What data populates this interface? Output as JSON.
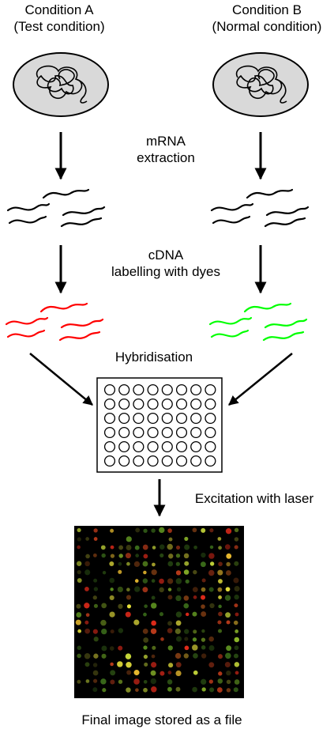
{
  "condition_a": {
    "line1": "Condition A",
    "line2": "(Test condition)"
  },
  "condition_b": {
    "line1": "Condition B",
    "line2": "(Normal condition)"
  },
  "steps": {
    "extraction_line1": "mRNA",
    "extraction_line2": "extraction",
    "labelling_line1": "cDNA",
    "labelling_line2": "labelling with dyes",
    "hybridisation": "Hybridisation",
    "excitation": "Excitation with laser",
    "final": "Final image stored as a file"
  },
  "colors": {
    "cell_fill": "#d9d9d9",
    "dye_a": "#ff0000",
    "dye_b": "#00ff00",
    "microarray_background": "#000000"
  },
  "icons": [
    "cell-icon",
    "mrna-strands-icon",
    "labelled-cdna-icon",
    "microarray-slide-icon",
    "scanned-image"
  ]
}
